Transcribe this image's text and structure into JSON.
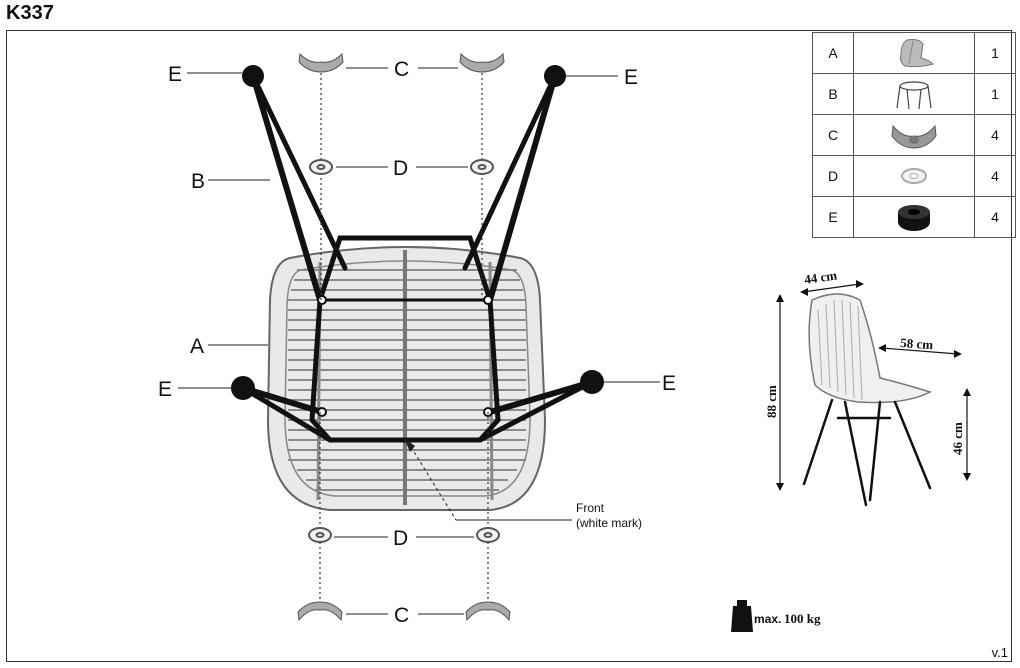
{
  "header": {
    "model": "K337"
  },
  "parts": [
    {
      "id": "A",
      "icon": "seat-icon",
      "qty": "1"
    },
    {
      "id": "B",
      "icon": "frame-legs-icon",
      "qty": "1"
    },
    {
      "id": "C",
      "icon": "wing-nut-icon",
      "qty": "4"
    },
    {
      "id": "D",
      "icon": "washer-icon",
      "qty": "4"
    },
    {
      "id": "E",
      "icon": "foot-cap-icon",
      "qty": "4"
    }
  ],
  "callouts": {
    "A": "A",
    "B": "B",
    "C": "C",
    "D": "D",
    "E": "E"
  },
  "front_note": {
    "line1": "Front",
    "line2": "(white mark)"
  },
  "dimensions": {
    "width": "44 cm",
    "depth": "58 cm",
    "height": "88 cm",
    "seat_height": "46 cm"
  },
  "max_load": {
    "label": "max.",
    "value": "100 kg"
  },
  "version": "v.1"
}
